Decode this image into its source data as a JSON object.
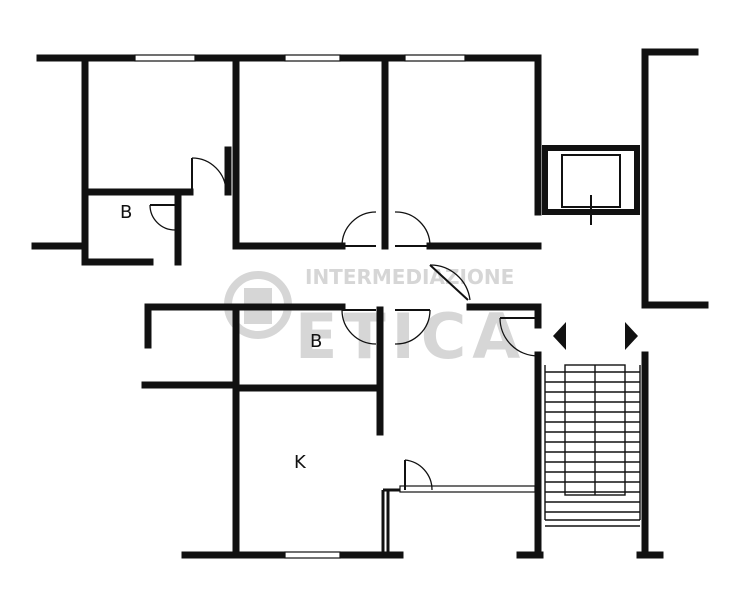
{
  "rooms": {
    "bath_1_label": "B",
    "bath_2_label": "B",
    "kitchen_label": "K"
  },
  "watermark": {
    "line1": "INTERMEDIAZIONE",
    "line2": "ETICA"
  },
  "colors": {
    "walls": "#111111",
    "background": "#ffffff",
    "watermark": "#cfcfcf"
  },
  "icons": {
    "stair_arrow_left": "left-arrow-icon",
    "stair_arrow_right": "right-arrow-icon",
    "watermark_logo": "seal-logo-icon"
  }
}
